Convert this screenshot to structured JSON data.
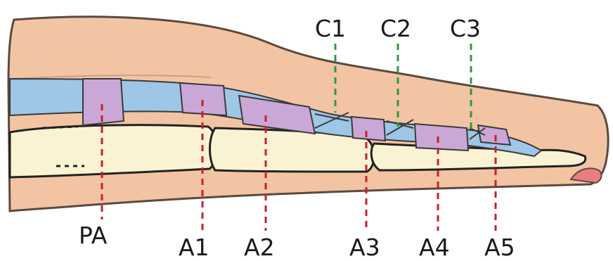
{
  "labels": {
    "cruciform": [
      "C1",
      "C2",
      "C3"
    ],
    "annular": [
      "PA",
      "A1",
      "A2",
      "A3",
      "A4",
      "A5"
    ]
  },
  "colors": {
    "skin": "#f3c4a3",
    "skin_outline": "#5a4a40",
    "bone": "#faf3d3",
    "sheath": "#9ec6e6",
    "annular_pulley": "#c9a8d8",
    "cruciform_pulley": "#a9d2ea",
    "nail": "#e97e7e",
    "annular_marker": "#cc1f2a",
    "cruciform_marker": "#2e9a3c"
  }
}
